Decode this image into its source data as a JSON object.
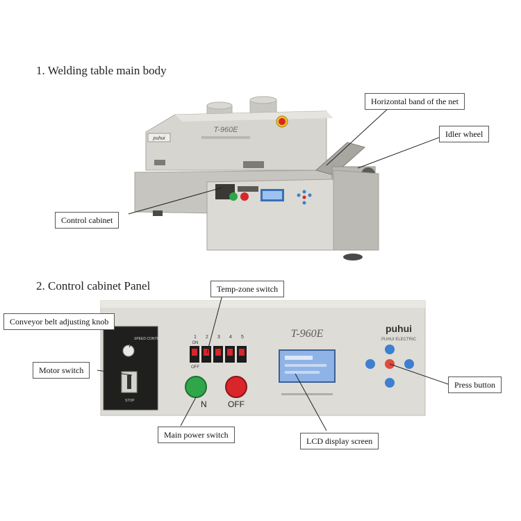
{
  "section1": {
    "title": "1. Welding table main body",
    "machine_brand": "puhui",
    "machine_model": "T-960E",
    "labels": {
      "horizontal_band": "Horizontal band of the net",
      "idler_wheel": "Idler wheel",
      "control_cabinet": "Control cabinet"
    }
  },
  "section2": {
    "title": "2. Control cabinet Panel",
    "panel_brand": "puhui",
    "panel_model": "T-960E",
    "power_off_text": "OFF",
    "power_on_text": "N",
    "zone_numbers": [
      "1",
      "2",
      "3",
      "4",
      "5"
    ],
    "zone_on_text": "ON",
    "zone_off_text": "OFF",
    "labels": {
      "temp_zone_switch": "Temp-zone switch",
      "conveyor_knob": "Conveyor belt adjusting knob",
      "motor_switch": "Motor switch",
      "main_power_switch": "Main power switch",
      "lcd_display": "LCD display screen",
      "press_button": "Press button"
    }
  },
  "colors": {
    "machine_body": "#d4d2cc",
    "panel_body": "#dedcd6",
    "green_button": "#2fa64a",
    "red_button": "#d8262b",
    "lcd_screen": "#8fb3e6",
    "blue_button": "#3d7fd0"
  }
}
